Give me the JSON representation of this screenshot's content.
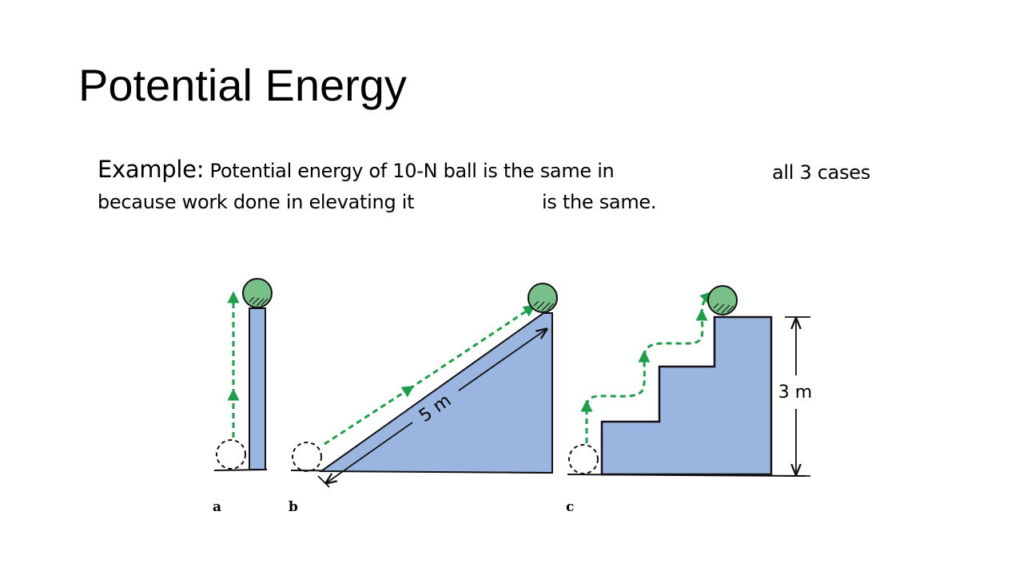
{
  "slide": {
    "title": "Potential Energy",
    "example_lead": "Example:",
    "line1_text": " Potential energy of 10-N ball is the same in",
    "line1_tail": "all 3 cases",
    "line2_text": "because work done in elevating it",
    "line2_tail": "is the same."
  },
  "figure": {
    "labels": {
      "a": "a",
      "b": "b",
      "c": "c"
    },
    "ramp_length_label": "5 m",
    "stair_height_label": "3 m"
  },
  "colors": {
    "block_fill": "#9ab5df",
    "ball_fill": "#78c08a",
    "path_dash": "#1e9e4a",
    "outline": "#111111"
  }
}
